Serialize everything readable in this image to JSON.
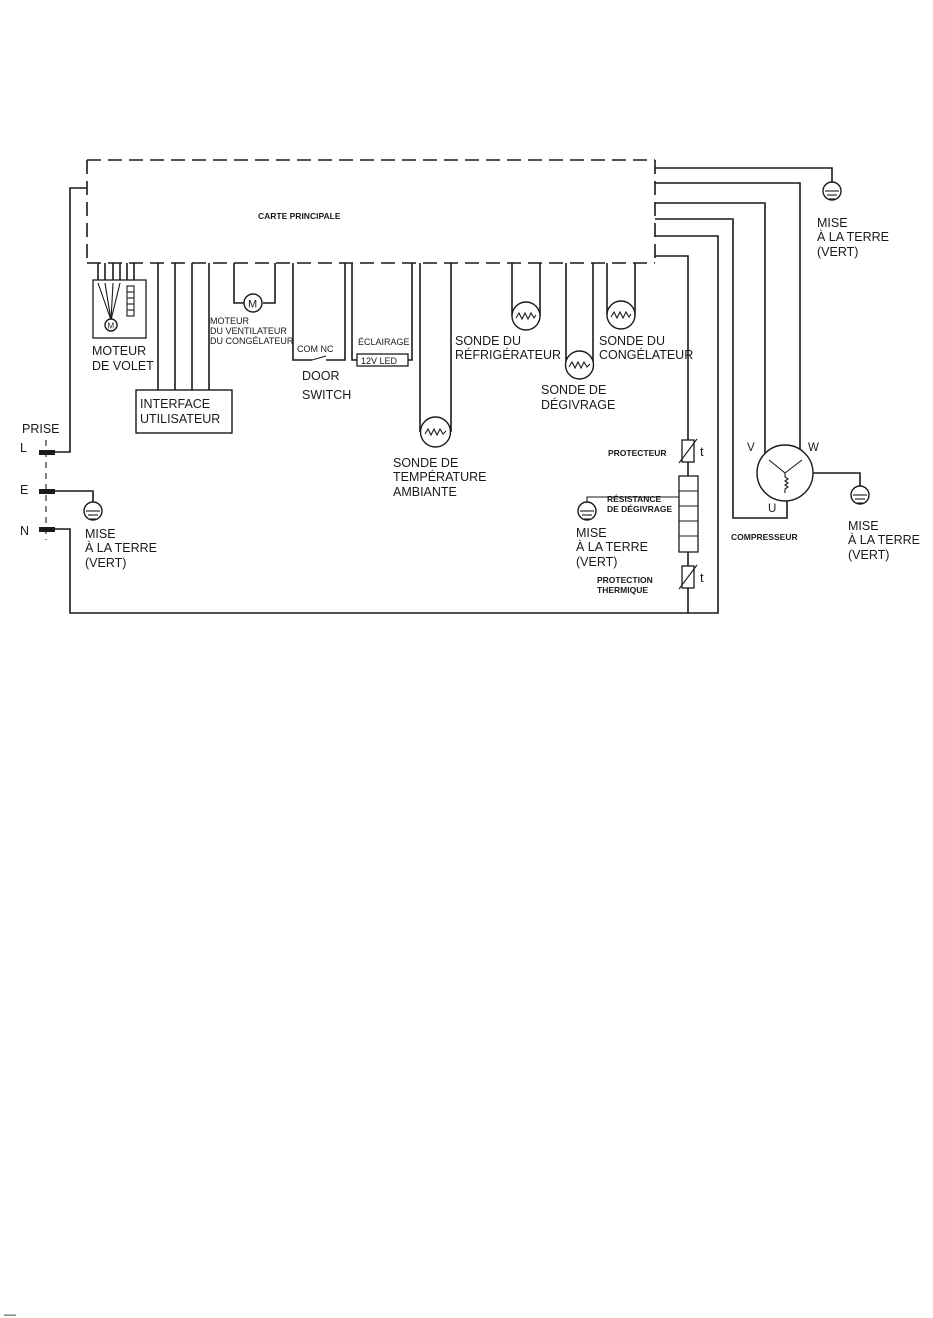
{
  "main_board": {
    "label": "CARTE PRINCIPALE"
  },
  "plug": {
    "title": "PRISE",
    "pins": [
      "L",
      "E",
      "N"
    ]
  },
  "earth": {
    "line1": "MISE",
    "line2": "À LA TERRE",
    "line3": "(VERT)"
  },
  "damper_motor": {
    "line1": "MOTEUR",
    "line2": "DE VOLET",
    "symbol": "M"
  },
  "user_interface": {
    "line1": "INTERFACE",
    "line2": "UTILISATEUR"
  },
  "freezer_fan_motor": {
    "line1": "MOTEUR",
    "line2": "DU VENTILATEUR",
    "line3": "DU CONGÉLATEUR",
    "symbol": "M"
  },
  "door_switch": {
    "contacts": "COM  NC",
    "line1": "DOOR",
    "line2": "SWITCH"
  },
  "lighting": {
    "label": "ÉCLAIRAGE",
    "led": "12V  LED"
  },
  "ambient_sensor": {
    "line1": "SONDE DE",
    "line2": "TEMPÉRATURE",
    "line3": "AMBIANTE"
  },
  "fridge_sensor": {
    "line1": "SONDE DU",
    "line2": "RÉFRIGÉRATEUR"
  },
  "defrost_sensor": {
    "line1": "SONDE DE",
    "line2": "DÉGIVRAGE"
  },
  "freezer_sensor": {
    "line1": "SONDE DU",
    "line2": "CONGÉLATEUR"
  },
  "protector": {
    "label": "PROTECTEUR",
    "symbol": "t"
  },
  "defrost_heater": {
    "line1": "RÉSISTANCE",
    "line2": "DE DÉGIVRAGE"
  },
  "thermal_protection": {
    "line1": "PROTECTION",
    "line2": "THERMIQUE",
    "symbol": "t"
  },
  "compressor": {
    "label": "COMPRESSEUR",
    "terminal_v": "V",
    "terminal_w": "W",
    "terminal_u": "U"
  },
  "footer": {
    "mark": "—"
  }
}
